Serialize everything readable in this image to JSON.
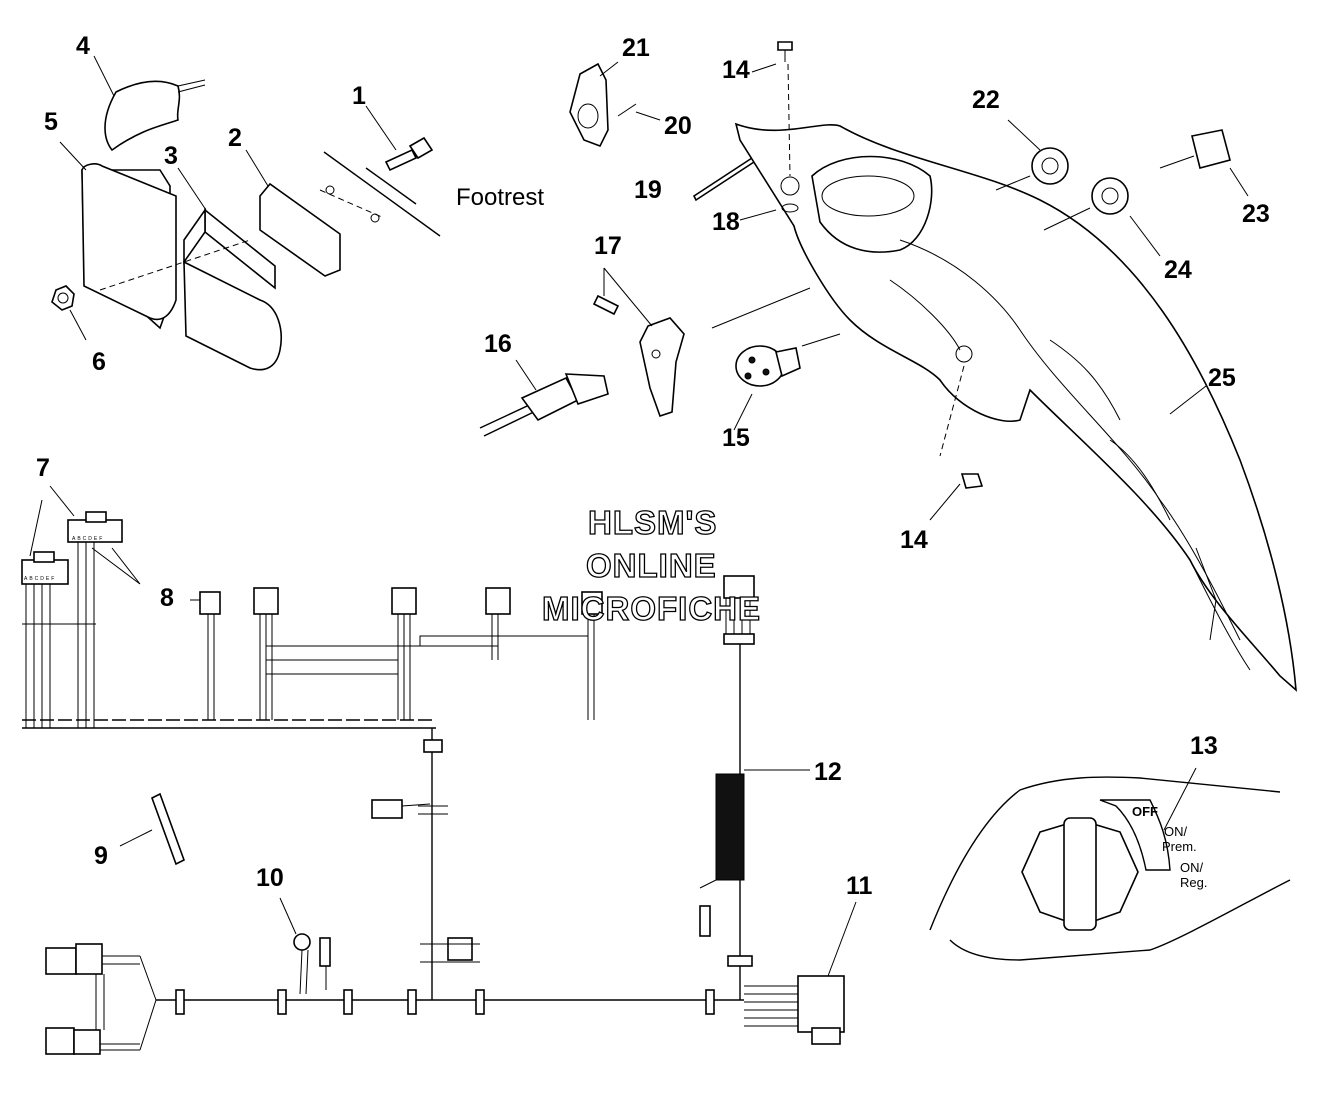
{
  "callouts": [
    {
      "id": "1",
      "text": "1"
    },
    {
      "id": "2",
      "text": "2"
    },
    {
      "id": "3",
      "text": "3"
    },
    {
      "id": "4",
      "text": "4"
    },
    {
      "id": "5",
      "text": "5"
    },
    {
      "id": "6",
      "text": "6"
    },
    {
      "id": "7",
      "text": "7"
    },
    {
      "id": "8",
      "text": "8"
    },
    {
      "id": "9",
      "text": "9"
    },
    {
      "id": "10",
      "text": "10"
    },
    {
      "id": "11",
      "text": "11"
    },
    {
      "id": "12",
      "text": "12"
    },
    {
      "id": "13",
      "text": "13"
    },
    {
      "id": "14a",
      "text": "14"
    },
    {
      "id": "14b",
      "text": "14"
    },
    {
      "id": "15",
      "text": "15"
    },
    {
      "id": "16",
      "text": "16"
    },
    {
      "id": "17",
      "text": "17"
    },
    {
      "id": "18",
      "text": "18"
    },
    {
      "id": "19",
      "text": "19"
    },
    {
      "id": "20",
      "text": "20"
    },
    {
      "id": "21",
      "text": "21"
    },
    {
      "id": "22",
      "text": "22"
    },
    {
      "id": "23",
      "text": "23"
    },
    {
      "id": "24",
      "text": "24"
    },
    {
      "id": "25",
      "text": "25"
    }
  ],
  "labels": {
    "footrest": "Footrest"
  },
  "watermark": {
    "line1": "HLSM'S",
    "line2": "ONLINE",
    "line3": "MICROFICHE"
  },
  "switch_panel": {
    "off": "OFF",
    "on_prem_1": "ON/",
    "on_prem_2": "Prem.",
    "on_reg_1": "ON/",
    "on_reg_2": "Reg."
  },
  "connector_pins": "ABCDEF",
  "colors": {
    "ink": "#000000",
    "paper": "#ffffff"
  }
}
